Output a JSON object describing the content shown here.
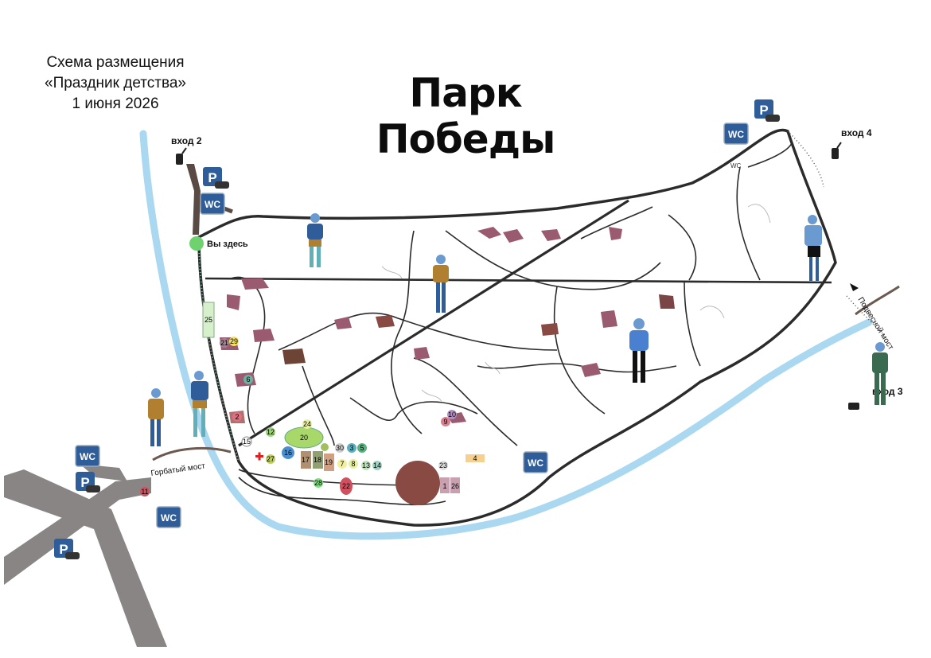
{
  "header": {
    "subtitle_line1": "Схема размещения",
    "subtitle_line2": "«Праздник детства»",
    "subtitle_line3": "1 июня 2026",
    "park_title": "Парк Победы"
  },
  "labels": {
    "entrance2": "вход 2",
    "entrance3": "вход 3",
    "entrance4": "вход 4",
    "you_are_here": "Вы здесь",
    "hump_bridge": "Горбатый мост",
    "suspension_bridge": "Подвесной мост",
    "wc_small": "WC",
    "wc": "WC",
    "parking": "P"
  },
  "markers": {
    "m1": "1",
    "m2": "2",
    "m3": "3",
    "m4": "4",
    "m5": "5",
    "m6": "6",
    "m7": "7",
    "m8": "8",
    "m9": "9",
    "m10": "10",
    "m11": "11",
    "m12": "12",
    "m13": "13",
    "m14": "14",
    "m15": "15",
    "m16": "16",
    "m17": "17",
    "m18": "18",
    "m19": "19",
    "m20": "20",
    "m21": "21",
    "m22": "22",
    "m23": "23",
    "m24": "24",
    "m25": "25",
    "m26": "26",
    "m27": "27",
    "m28": "28",
    "m29": "29",
    "m30": "30"
  },
  "colors": {
    "river": "#a9d8f0",
    "path": "#2b2b2b",
    "road": "#8a8585",
    "wc_bg": "#2f5d99",
    "you_are_here": "#6ed36e",
    "pavilion": "#9a5a70"
  },
  "icons": [
    "parking-icon",
    "car-icon",
    "wc-icon",
    "walkie-talkie-icon",
    "first-aid-icon",
    "arrow-icon"
  ]
}
